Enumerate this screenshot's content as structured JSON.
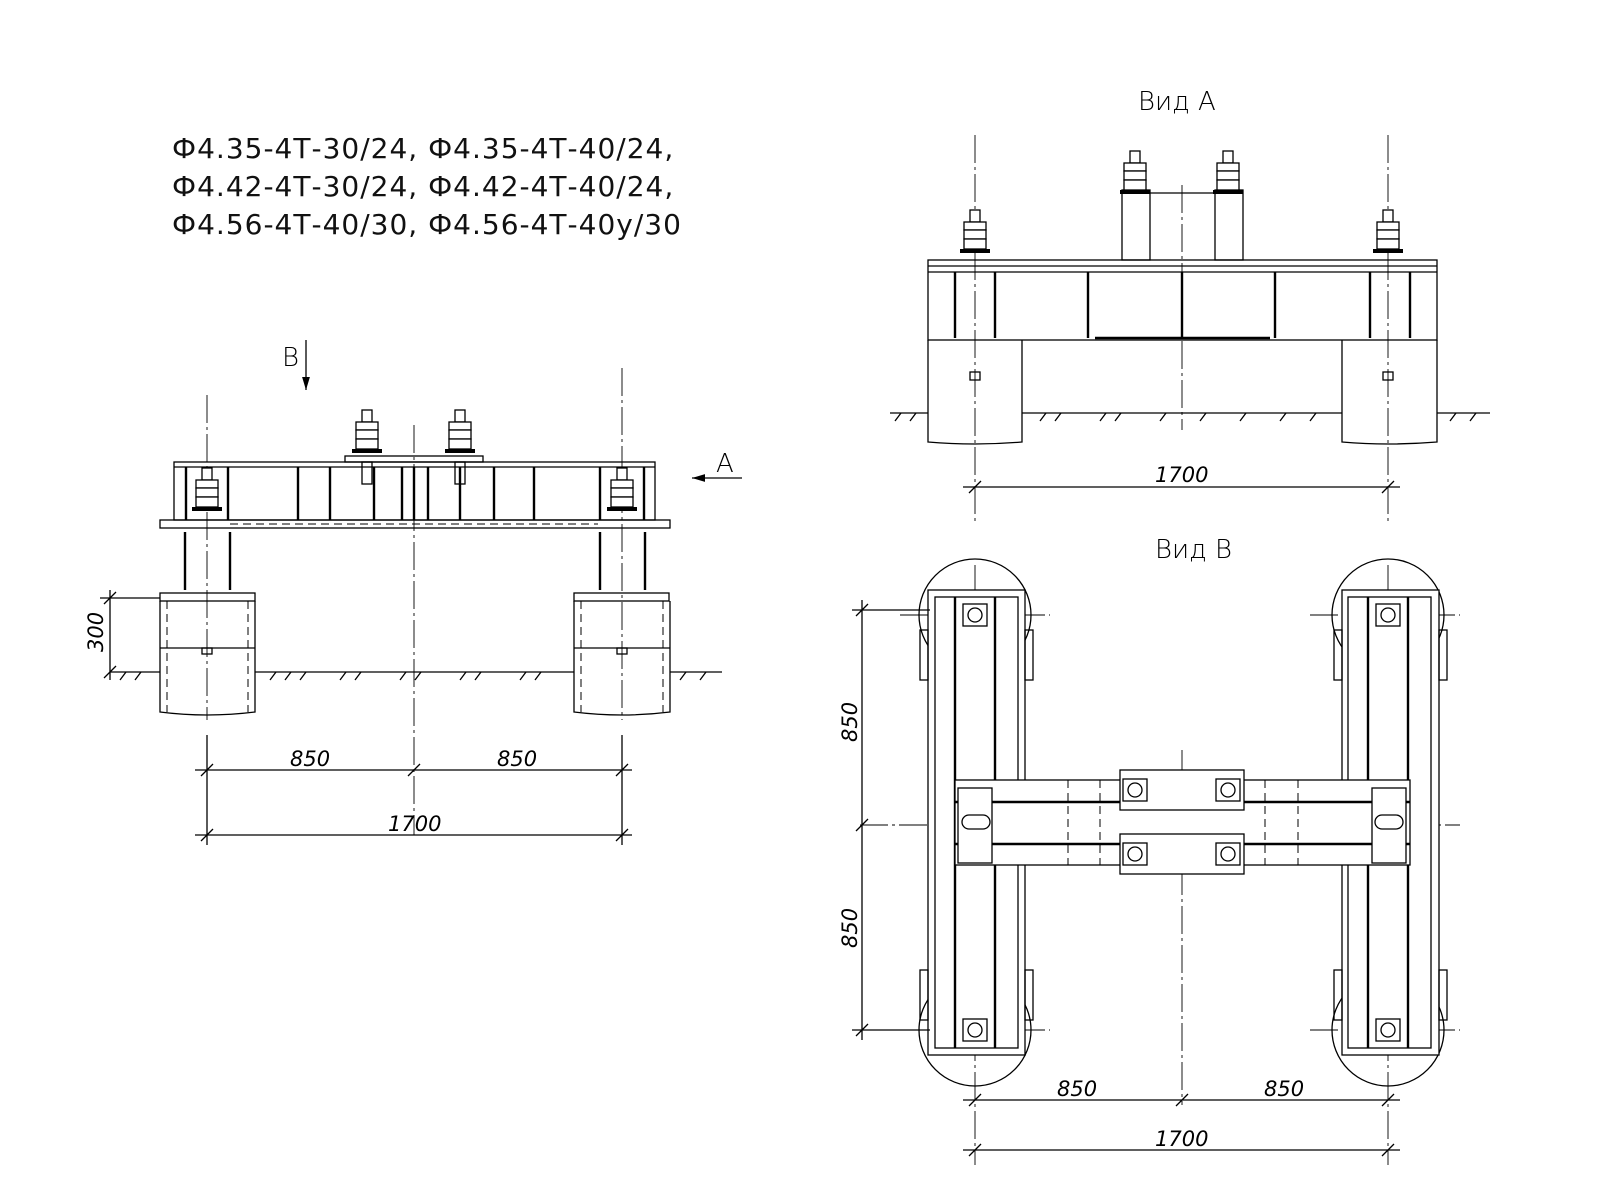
{
  "header": {
    "lines": [
      "Ф4.35-4Т-30/24, Ф4.35-4Т-40/24,",
      "Ф4.42-4Т-30/24, Ф4.42-4Т-40/24,",
      "Ф4.56-4Т-40/30, Ф4.56-4Т-40у/30"
    ]
  },
  "side_view": {
    "view_marker_b": "B",
    "view_marker_a": "A",
    "dim_height": "300",
    "dim_half_left": "850",
    "dim_half_right": "850",
    "dim_total": "1700"
  },
  "view_a": {
    "title": "Вид А",
    "dim_total": "1700"
  },
  "view_b": {
    "title": "Вид В",
    "dim_vertical_top": "850",
    "dim_vertical_bottom": "850",
    "dim_half_left": "850",
    "dim_half_right": "850",
    "dim_total": "1700"
  }
}
